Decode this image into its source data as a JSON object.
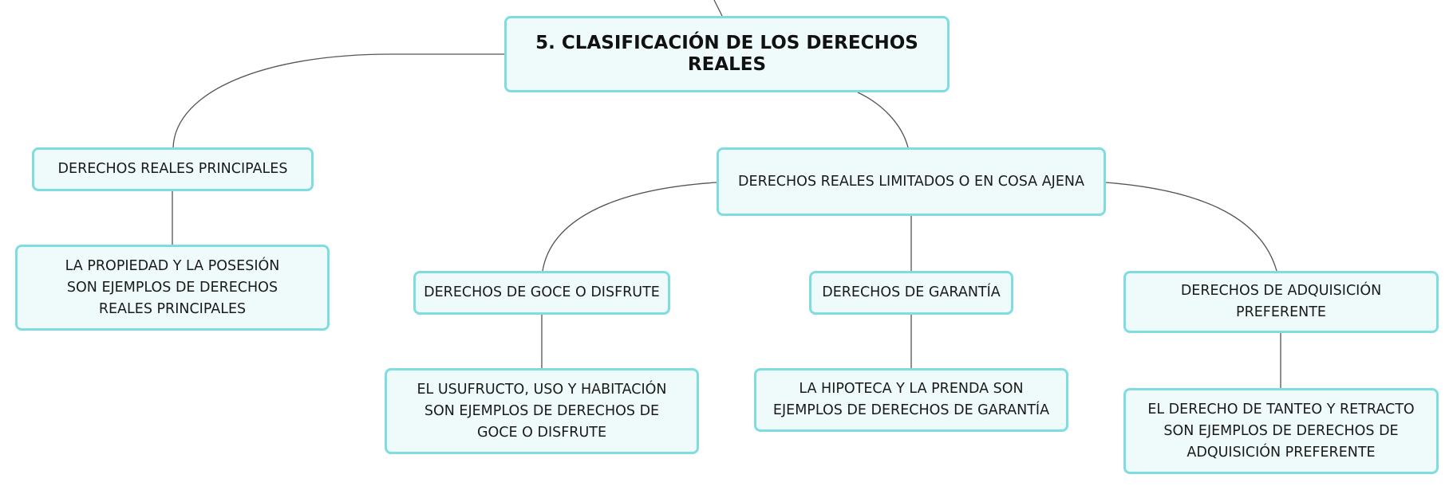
{
  "colors": {
    "node_fill": "#effbfb",
    "node_border": "#7fdde1",
    "connector": "#555555",
    "text": "#1a1a1a"
  },
  "map": {
    "root": "5. CLASIFICACIÓN DE LOS DERECHOS REALES",
    "principales": {
      "title": "DERECHOS REALES PRINCIPALES",
      "example": "LA PROPIEDAD Y LA POSESIÓN SON EJEMPLOS DE DERECHOS REALES PRINCIPALES"
    },
    "limitados": {
      "title": "DERECHOS REALES LIMITADOS O EN COSA AJENA",
      "goce": {
        "title": "DERECHOS DE GOCE O DISFRUTE",
        "example": "EL USUFRUCTO, USO Y HABITACIÓN SON EJEMPLOS DE DERECHOS DE GOCE O DISFRUTE"
      },
      "garantia": {
        "title": "DERECHOS DE GARANTÍA",
        "example": "LA HIPOTECA Y LA PRENDA SON EJEMPLOS DE DERECHOS DE GARANTÍA"
      },
      "adquisicion": {
        "title": "DERECHOS DE ADQUISICIÓN PREFERENTE",
        "example": "EL DERECHO DE TANTEO Y RETRACTO SON EJEMPLOS DE DERECHOS DE ADQUISICIÓN PREFERENTE"
      }
    }
  }
}
